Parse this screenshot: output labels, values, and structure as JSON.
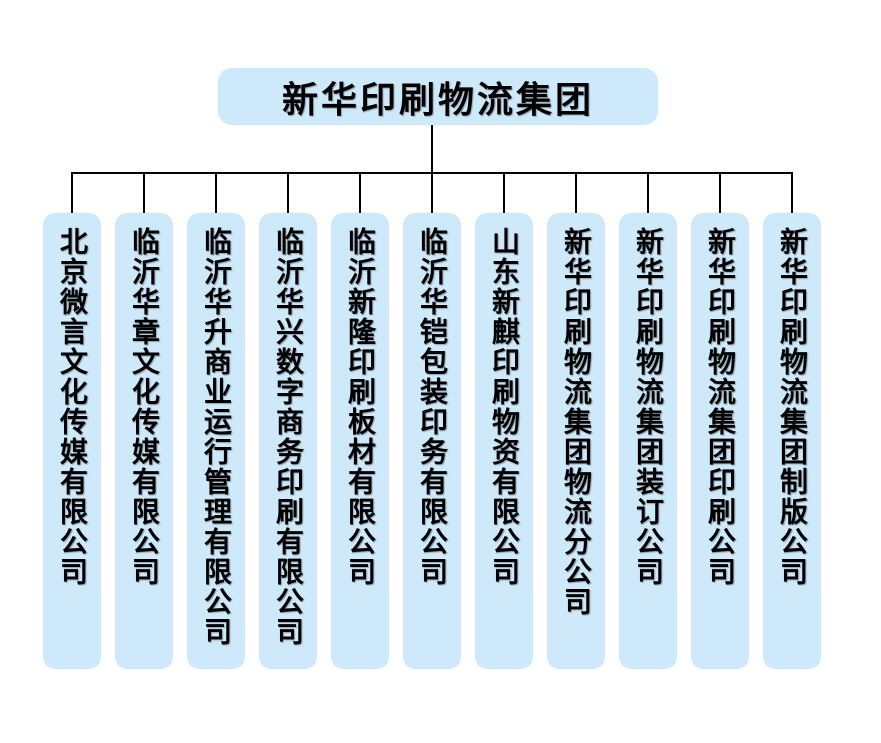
{
  "title": "新华印刷物流集团",
  "companies": [
    "北京微言文化传媒有限公司",
    "临沂华章文化传媒有限公司",
    "临沂华升商业运行管理有限公司",
    "临沂华兴数字商务印刷有限公司",
    "临沂新隆印刷板材有限公司",
    "临沂华铠包装印务有限公司",
    "山东新麒印刷物资有限公司",
    "新华印刷物流集团物流分公司",
    "新华印刷物流集团装订公司",
    "新华印刷物流集团印刷公司",
    "新华印刷物流集团制版公司"
  ],
  "colors": {
    "box_fill": "#cde9fa",
    "connector": "#000000",
    "text": "#000000",
    "background": "#ffffff"
  }
}
